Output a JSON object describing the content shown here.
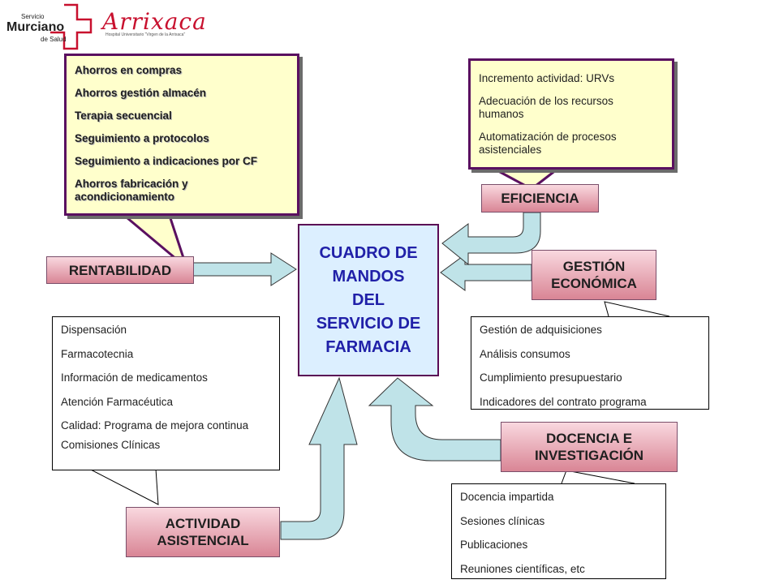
{
  "logo": {
    "smr_line1": "Servicio",
    "smr_line2": "Murciano",
    "smr_line3": "de Salud",
    "arrixaca_name": "Arrixaca",
    "arrixaca_subtitle": "Hospital Universitario \"Virgen de la Arrixaca\""
  },
  "center": {
    "lines": [
      "CUADRO DE",
      "MANDOS",
      "DEL",
      "SERVICIO DE",
      "FARMACIA"
    ]
  },
  "boxes": {
    "rentabilidad": "RENTABILIDAD",
    "eficiencia": "EFICIENCIA",
    "gestion_line1": "GESTIÓN",
    "gestion_line2": "ECONÓMICA",
    "docencia_line1": "DOCENCIA E",
    "docencia_line2": "INVESTIGACIÓN",
    "actividad_line1": "ACTIVIDAD",
    "actividad_line2": "ASISTENCIAL"
  },
  "rentabilidad_callout": {
    "items": [
      "Ahorros en compras",
      "Ahorros gestión almacén",
      "Terapia secuencial",
      "Seguimiento a  protocolos",
      "Seguimiento a indicaciones por CF",
      "Ahorros fabricación y acondicionamiento"
    ]
  },
  "eficiencia_callout": {
    "items": [
      "Incremento actividad: URVs",
      "Adecuación de los recursos humanos",
      "Automatización de procesos asistenciales"
    ]
  },
  "actividad_callout": {
    "items": [
      "Dispensación",
      "Farmacotecnia",
      "Información de medicamentos",
      "Atención Farmacéutica",
      "Calidad: Programa de mejora continua",
      "Comisiones Clínicas"
    ]
  },
  "gestion_callout": {
    "items": [
      "Gestión de adquisiciones",
      "Análisis consumos",
      "Cumplimiento presupuestario",
      "Indicadores del contrato programa"
    ]
  },
  "docencia_callout": {
    "items": [
      "Docencia impartida",
      "Sesiones clínicas",
      "Publicaciones",
      "Reuniones científicas, etc"
    ]
  },
  "colors": {
    "center_fill": "#dcefff",
    "center_text": "#2020a8",
    "border_purple": "#5a0a55",
    "label_fill_top": "#f9d8df",
    "label_fill_bottom": "#d98595",
    "callout_yellow": "#ffffcc",
    "arrow_fill": "#bfe3e8",
    "logo_red": "#c8102e"
  }
}
